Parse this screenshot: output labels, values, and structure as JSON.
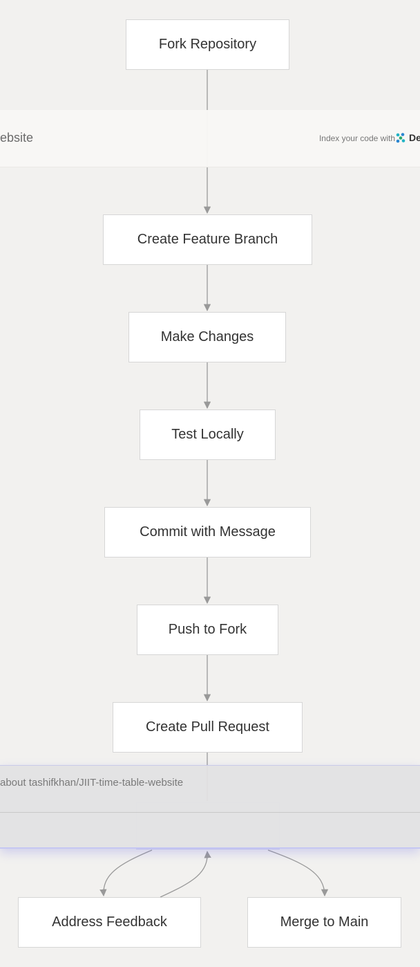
{
  "nodes": {
    "fork": "Fork Repository",
    "branch": "Create Feature Branch",
    "changes": "Make Changes",
    "test": "Test Locally",
    "commit": "Commit with Message",
    "push": "Push to Fork",
    "pr": "Create Pull Request",
    "feedback": "Address Feedback",
    "merge": "Merge to Main"
  },
  "header": {
    "repo_fragment": "ebsite",
    "index_text": "Index your code with",
    "brand_fragment": "De"
  },
  "ask": {
    "label": "about tashifkhan/JIIT-time-table-website"
  },
  "colors": {
    "edge": "#999999",
    "node_border": "#d6d6d6",
    "background": "#f2f1ef"
  }
}
